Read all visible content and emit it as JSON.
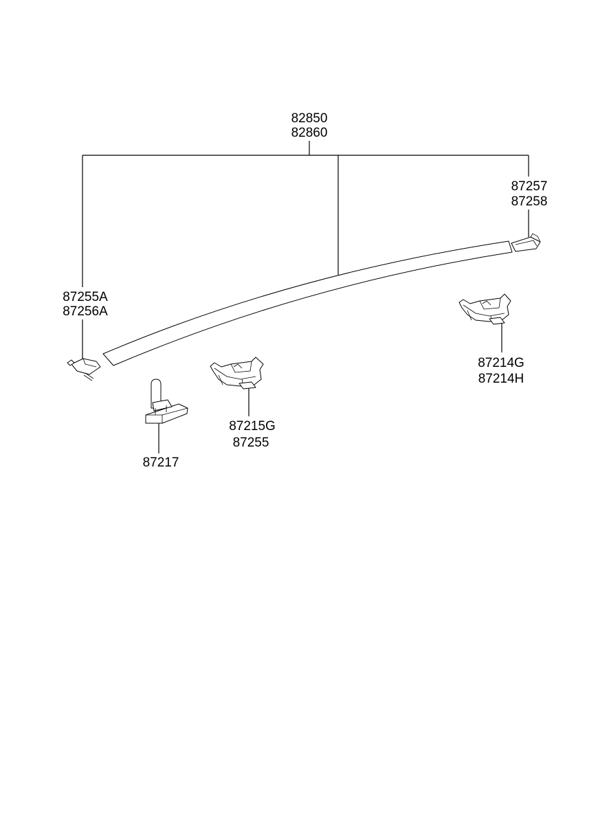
{
  "labels": {
    "moulding_a": "82850",
    "moulding_b": "82860",
    "end_cap_front_a": "87257",
    "end_cap_front_b": "87258",
    "end_cap_rear_a": "87255A",
    "end_cap_rear_b": "87256A",
    "clip_right_a": "87214G",
    "clip_right_b": "87214H",
    "clip_center_a": "87215G",
    "clip_center_b": "87255",
    "fastener": "87217"
  },
  "colors": {
    "line": "#000000",
    "background": "#ffffff"
  }
}
